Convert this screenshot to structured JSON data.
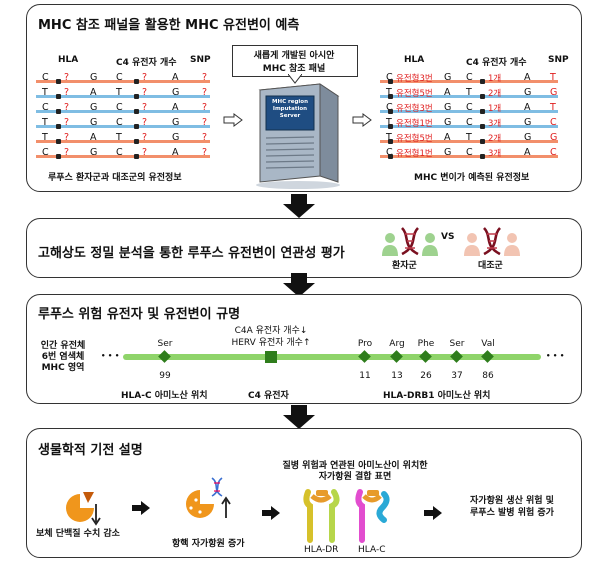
{
  "panel1": {
    "title": "MHC 참조 패널을 활용한 MHC 유전변이 예측",
    "left_headers": {
      "hla": "HLA",
      "c4": "C4 유전자 개수",
      "snp": "SNP"
    },
    "left_rows": [
      [
        "C",
        "?",
        "G",
        "C",
        "?",
        "A",
        "?"
      ],
      [
        "T",
        "?",
        "A",
        "T",
        "?",
        "G",
        "?"
      ],
      [
        "C",
        "?",
        "G",
        "C",
        "?",
        "A",
        "?"
      ],
      [
        "T",
        "?",
        "G",
        "C",
        "?",
        "G",
        "?"
      ],
      [
        "T",
        "?",
        "A",
        "T",
        "?",
        "G",
        "?"
      ],
      [
        "C",
        "?",
        "G",
        "C",
        "?",
        "A",
        "?"
      ]
    ],
    "panel_box": "새롭게 개발된 아시안\nMHC 참조 패널",
    "server_label": "MHC region\nImputation\nServer",
    "right_headers": {
      "hla": "HLA",
      "c4": "C4 유전자 개수",
      "snp": "SNP"
    },
    "right_rows": [
      [
        "C",
        "유전형3번",
        "G",
        "C",
        "1개",
        "A",
        "T"
      ],
      [
        "T",
        "유전형5번",
        "A",
        "T",
        "2개",
        "G",
        "G"
      ],
      [
        "C",
        "유전형3번",
        "G",
        "C",
        "1개",
        "A",
        "T"
      ],
      [
        "T",
        "유전형1번",
        "G",
        "C",
        "3개",
        "G",
        "C"
      ],
      [
        "T",
        "유전형5번",
        "A",
        "T",
        "2개",
        "G",
        "G"
      ],
      [
        "C",
        "유전형1번",
        "G",
        "C",
        "3개",
        "A",
        "C"
      ]
    ],
    "left_caption": "루푸스 환자군과 대조군의 유전정보",
    "right_caption": "MHC 변이가 예측된 유전정보"
  },
  "panel2": {
    "title": "고해상도 정밀 분석을 통한 루푸스 유전변이 연관성 평가",
    "case_label": "환자군",
    "vs_label": "VS",
    "control_label": "대조군"
  },
  "panel3": {
    "title": "루푸스 위험 유전자 및 유전변이 규명",
    "region_label": "인간 유전체\n6번 염색체\nMHC 영역",
    "ellipsis": "• • •",
    "marks": [
      {
        "name": "Ser",
        "num": "99"
      },
      {
        "name": "Pro",
        "num": "11"
      },
      {
        "name": "Arg",
        "num": "13"
      },
      {
        "name": "Phe",
        "num": "26"
      },
      {
        "name": "Ser",
        "num": "37"
      },
      {
        "name": "Val",
        "num": "86"
      }
    ],
    "c4_note1": "C4A 유전자 개수↓",
    "c4_note2": "HERV 유전자 개수↑",
    "hla_c_label": "HLA-C  아미노산 위치",
    "c4_label": "C4 유전자",
    "drb1_label": "HLA-DRB1 아미노산 위치"
  },
  "panel4": {
    "title": "생물학적 기전 설명",
    "complement": "보체 단백질 수치 감소",
    "autoantigen": "항핵 자가항원 증가",
    "surface_title": "질병 위험과 연관된 아미노산이 위치한\n자가항원 결합 표면",
    "hla_dr": "HLA-DR",
    "hla_c": "HLA-C",
    "outcome": "자가항원 생산 위험 및\n루푸스 발병 위험 증가"
  }
}
